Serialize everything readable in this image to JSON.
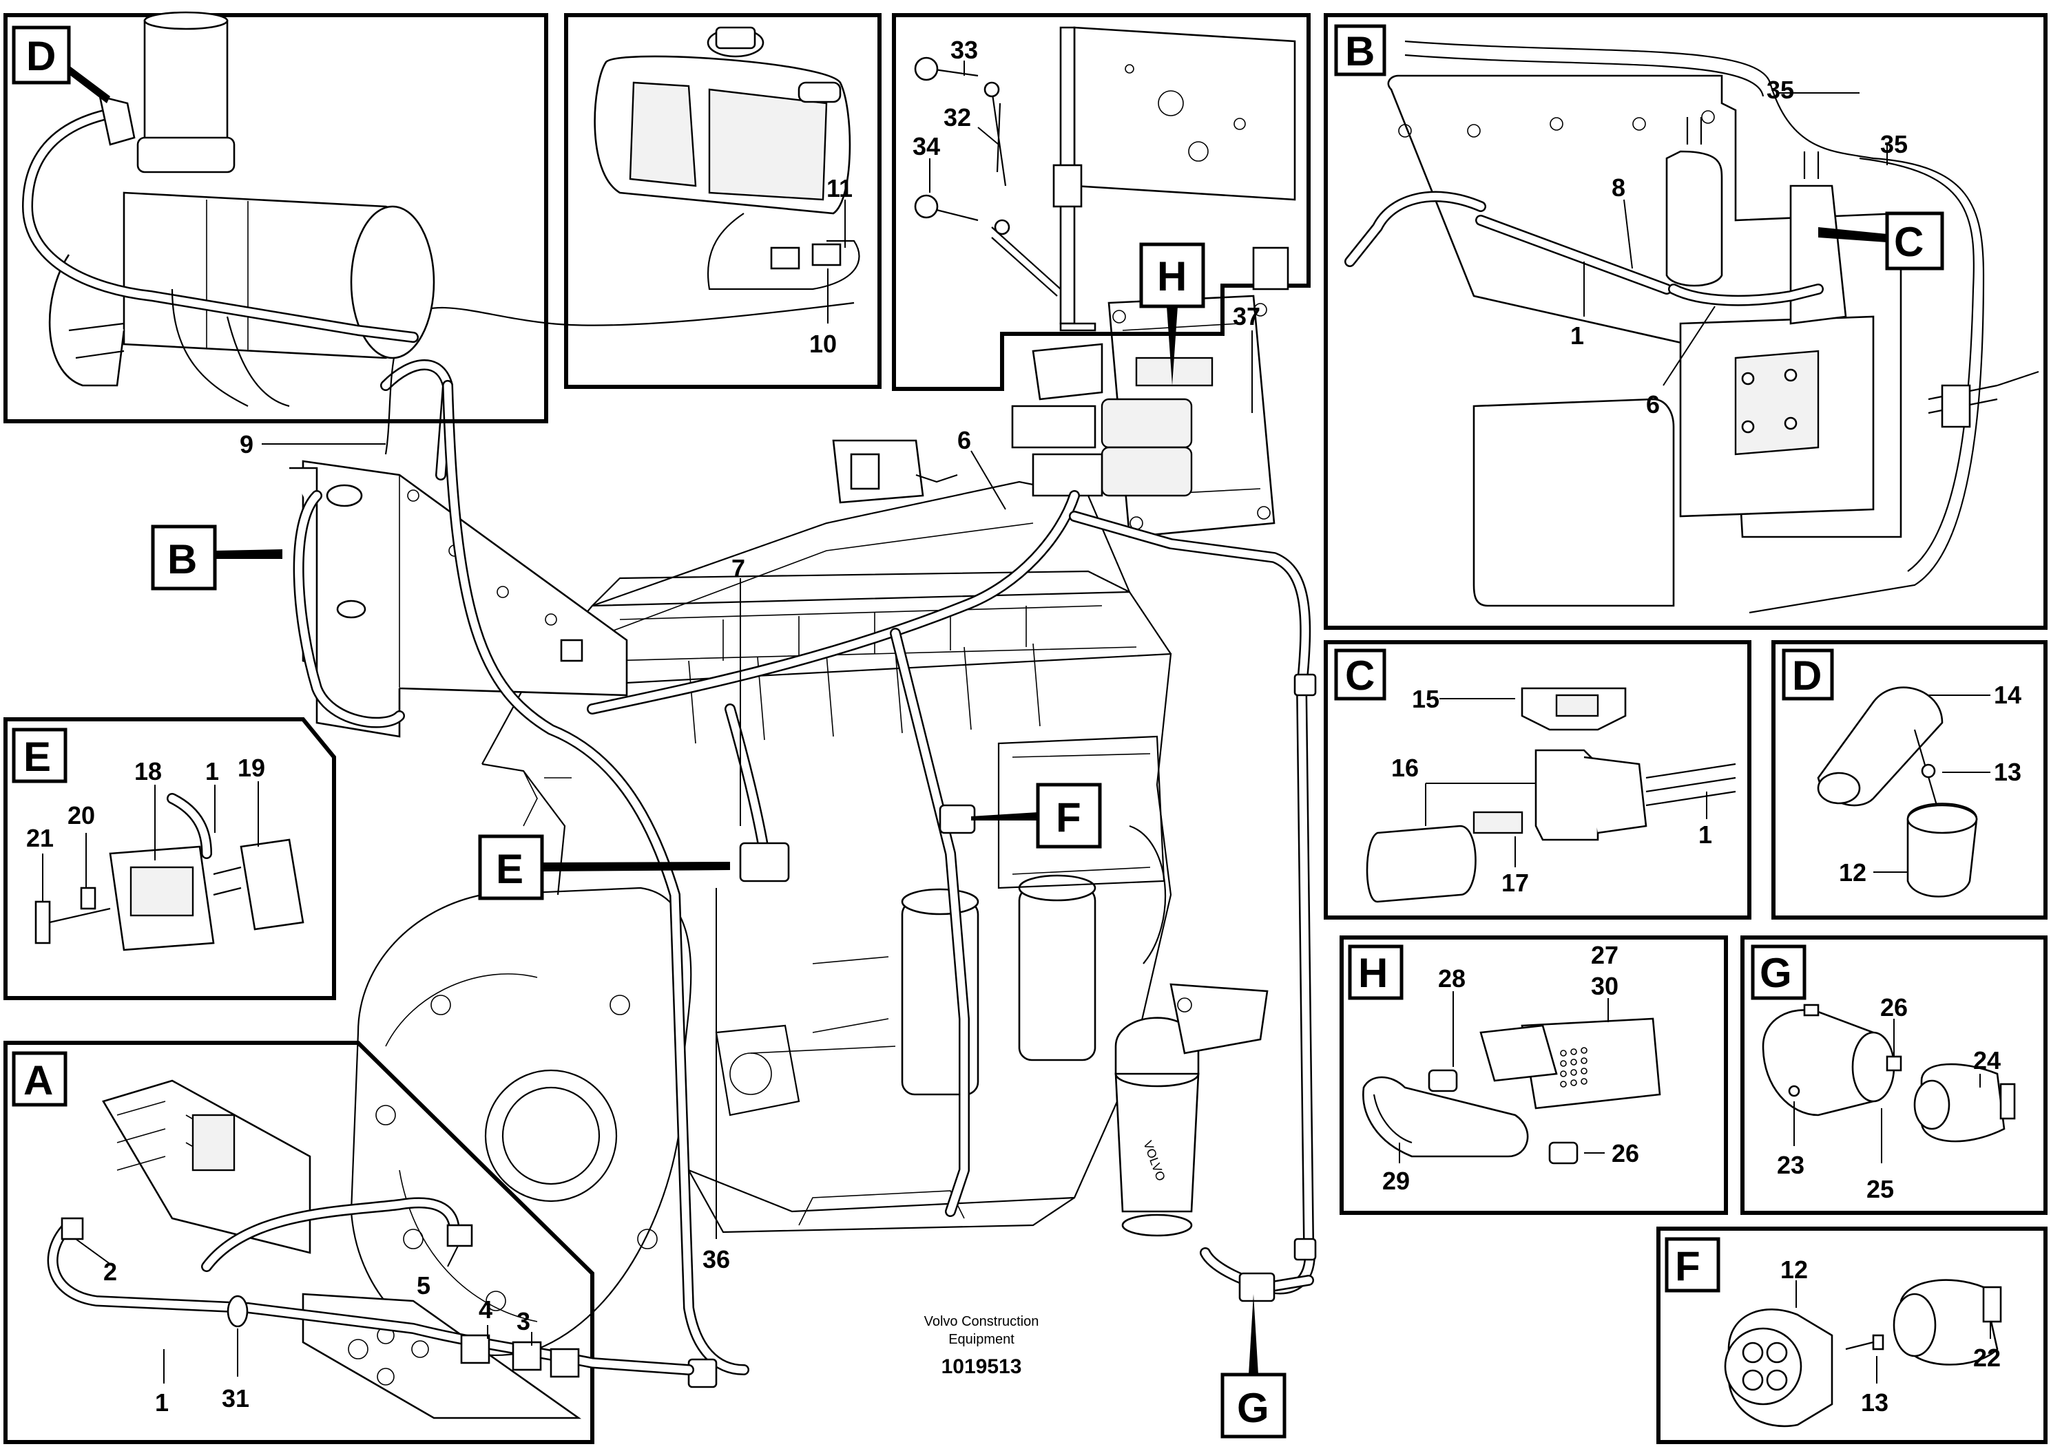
{
  "drawing": {
    "credit_line1": "Volvo Construction",
    "credit_line2": "Equipment",
    "number": "1019513"
  },
  "callouts": {
    "main_B": "B",
    "main_E": "E",
    "main_F": "F",
    "main_G": "G",
    "main_H": "H",
    "n9": "9",
    "n6": "6",
    "n7": "7",
    "n36": "36",
    "n37": "37"
  },
  "insets": {
    "D_top": {
      "letter": "D"
    },
    "tank": {
      "n11": "11",
      "n10": "10"
    },
    "bracket": {
      "n33": "33",
      "n32": "32",
      "n34": "34"
    },
    "B": {
      "letter": "B",
      "n35a": "35",
      "n35b": "35",
      "n8": "8",
      "n1": "1",
      "n6": "6",
      "C_ref": "C"
    },
    "C": {
      "letter": "C",
      "n15": "15",
      "n16": "16",
      "n17": "17",
      "n1": "1"
    },
    "D": {
      "letter": "D",
      "n14": "14",
      "n13": "13",
      "n12": "12"
    },
    "E": {
      "letter": "E",
      "n18": "18",
      "n1": "1",
      "n19": "19",
      "n21": "21",
      "n20": "20"
    },
    "A": {
      "letter": "A",
      "n2": "2",
      "n5": "5",
      "n4": "4",
      "n3": "3",
      "n1": "1",
      "n31": "31"
    },
    "H": {
      "letter": "H",
      "n28": "28",
      "n27": "27",
      "n30": "30",
      "n29": "29",
      "n26": "26"
    },
    "G": {
      "letter": "G",
      "n26": "26",
      "n24": "24",
      "n23": "23",
      "n25": "25"
    },
    "F": {
      "letter": "F",
      "n12": "12",
      "n22": "22",
      "n13": "13"
    }
  }
}
